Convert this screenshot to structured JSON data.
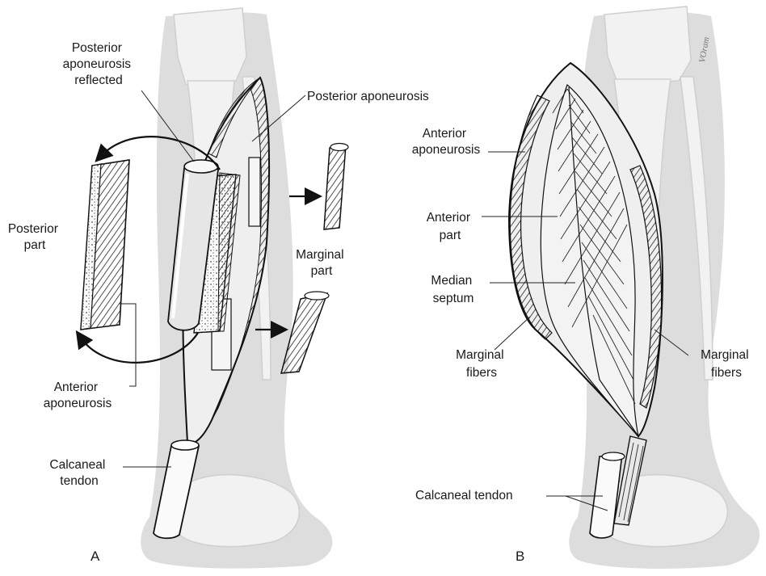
{
  "panel_a": {
    "letter": "A",
    "labels": {
      "posterior_aponeurosis_reflected": [
        "Posterior",
        "aponeurosis",
        "reflected"
      ],
      "posterior_aponeurosis": "Posterior aponeurosis",
      "posterior_part": [
        "Posterior",
        "part"
      ],
      "marginal_part": [
        "Marginal",
        "part"
      ],
      "anterior_aponeurosis": [
        "Anterior",
        "aponeurosis"
      ],
      "calcaneal_tendon": [
        "Calcaneal",
        "tendon"
      ]
    }
  },
  "panel_b": {
    "letter": "B",
    "labels": {
      "anterior_aponeurosis": [
        "Anterior",
        "aponeurosis"
      ],
      "anterior_part": [
        "Anterior",
        "part"
      ],
      "median_septum": [
        "Median",
        "septum"
      ],
      "marginal_fibers_left": [
        "Marginal",
        "fibers"
      ],
      "marginal_fibers_right": [
        "Marginal",
        "fibers"
      ],
      "calcaneal_tendon": "Calcaneal tendon"
    }
  },
  "signature": "VOram"
}
